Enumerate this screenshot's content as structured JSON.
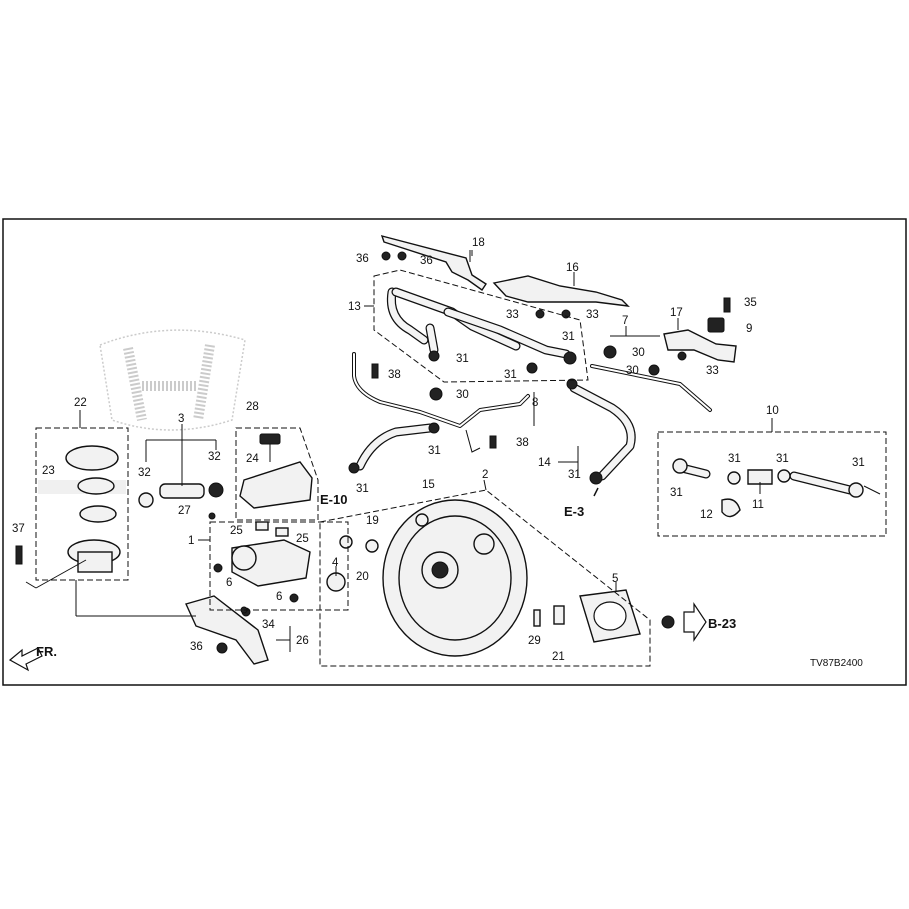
{
  "diagram_code": "TV87B2400",
  "direction_label": "FR.",
  "refs": {
    "e10": "E-10",
    "e3": "E-3",
    "b23": "B-23"
  },
  "callouts": {
    "c1": "1",
    "c2": "2",
    "c3": "3",
    "c4": "4",
    "c5": "5",
    "c6a": "6",
    "c6b": "6",
    "c7": "7",
    "c8": "8",
    "c9": "9",
    "c11": "11",
    "c12": "12",
    "c13": "13",
    "c14": "14",
    "c15": "15",
    "c16": "16",
    "c17": "17",
    "c18": "18",
    "c19": "19",
    "c20": "20",
    "c21": "21",
    "c22": "22",
    "c23": "23",
    "c24": "24",
    "c25a": "25",
    "c25b": "25",
    "c26": "26",
    "c27": "27",
    "c28": "28",
    "c29": "29",
    "c30a": "30",
    "c30b": "30",
    "c30c": "30",
    "c31a": "31",
    "c31b": "31",
    "c31c": "31",
    "c31d": "31",
    "c31e": "31",
    "c31f": "31",
    "c31g": "31",
    "c31h": "31",
    "c31i": "31",
    "c32a": "32",
    "c32b": "32",
    "c33a": "33",
    "c33b": "33",
    "c33c": "33",
    "c34": "34",
    "c35": "35",
    "c36a": "36",
    "c36b": "36",
    "c36c": "36",
    "c37": "37",
    "c38a": "38",
    "c38b": "38",
    "c10": "10"
  }
}
